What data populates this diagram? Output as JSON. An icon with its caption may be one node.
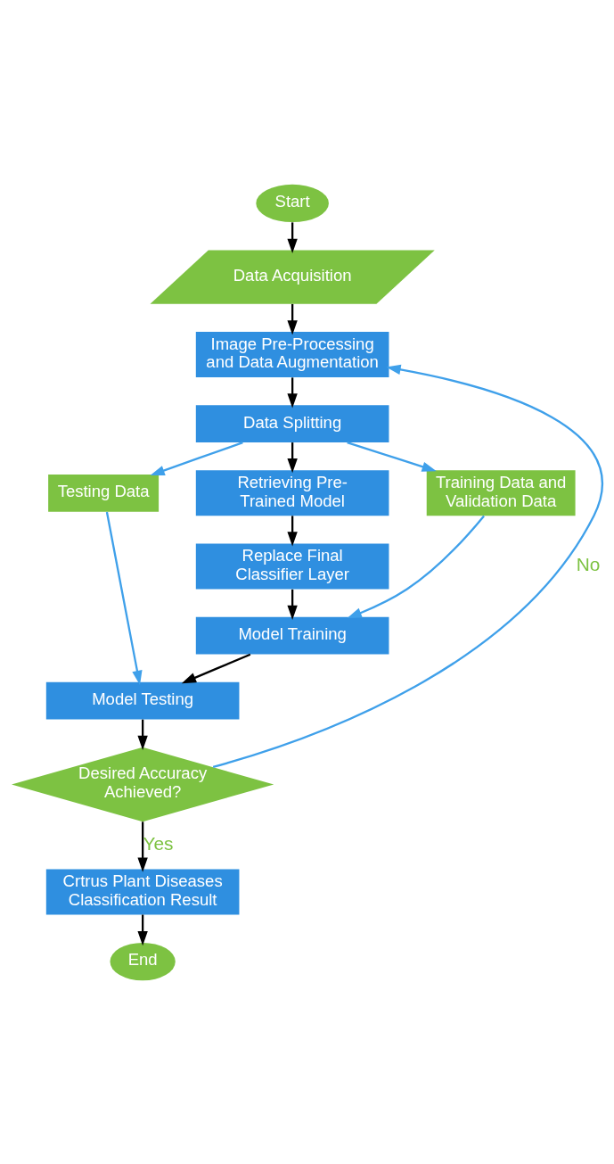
{
  "diagram": {
    "nodes": [
      {
        "text": [
          "Start"
        ]
      },
      {
        "text": [
          "Data Acquisition"
        ]
      },
      {
        "text": [
          "Image Pre-Processing and Data Augmentation"
        ]
      },
      {
        "text": [
          "Data Splitting"
        ]
      },
      {
        "text": [
          "Training Data and Validation Data"
        ]
      },
      {
        "text": [
          "Testing Data"
        ]
      },
      {
        "text": [
          "Retrieving Pre- Trained Model"
        ]
      },
      {
        "text": [
          "Replace Final Classifier Layer"
        ]
      },
      {
        "text": [
          "Model Training"
        ]
      },
      {
        "text": [
          "Model Testing"
        ]
      },
      {
        "text": [
          "Desired Accuracy Achieved?"
        ]
      },
      {
        "text": [
          "Crtrus Plant Diseases Classification Result"
        ]
      },
      {
        "text": [
          "End"
        ]
      }
    ],
    "edges": [
      {
        "from": 0,
        "to": 1,
        "arrow": "to"
      },
      {
        "from": 1,
        "to": 2,
        "arrow": "to"
      },
      {
        "from": 2,
        "to": 3,
        "arrow": "to"
      },
      {
        "from": 3,
        "to": 4,
        "arrow": "to",
        "color": "#3fa0ea"
      },
      {
        "from": 3,
        "to": 5,
        "arrow": "to",
        "color": "#3fa0ea"
      },
      {
        "from": 3,
        "to": 6,
        "arrow": "to"
      },
      {
        "from": 6,
        "to": 7,
        "arrow": "to"
      },
      {
        "from": 7,
        "to": 8,
        "arrow": "to"
      },
      {
        "from": 4,
        "to": 8,
        "arrow": "to",
        "color": "#3fa0ea"
      },
      {
        "from": 8,
        "to": 9,
        "arrow": "to"
      },
      {
        "from": 5,
        "to": 9,
        "arrow": "to",
        "color": "#3fa0ea"
      },
      {
        "from": 9,
        "to": 10,
        "arrow": "to"
      },
      {
        "from": 10,
        "to": 2,
        "arrow": "to",
        "label": "No",
        "color": "#3fa0ea"
      },
      {
        "from": 10,
        "to": 11,
        "arrow": "to",
        "label": "Yes"
      },
      {
        "from": 11,
        "to": 12,
        "arrow": "to"
      }
    ]
  }
}
